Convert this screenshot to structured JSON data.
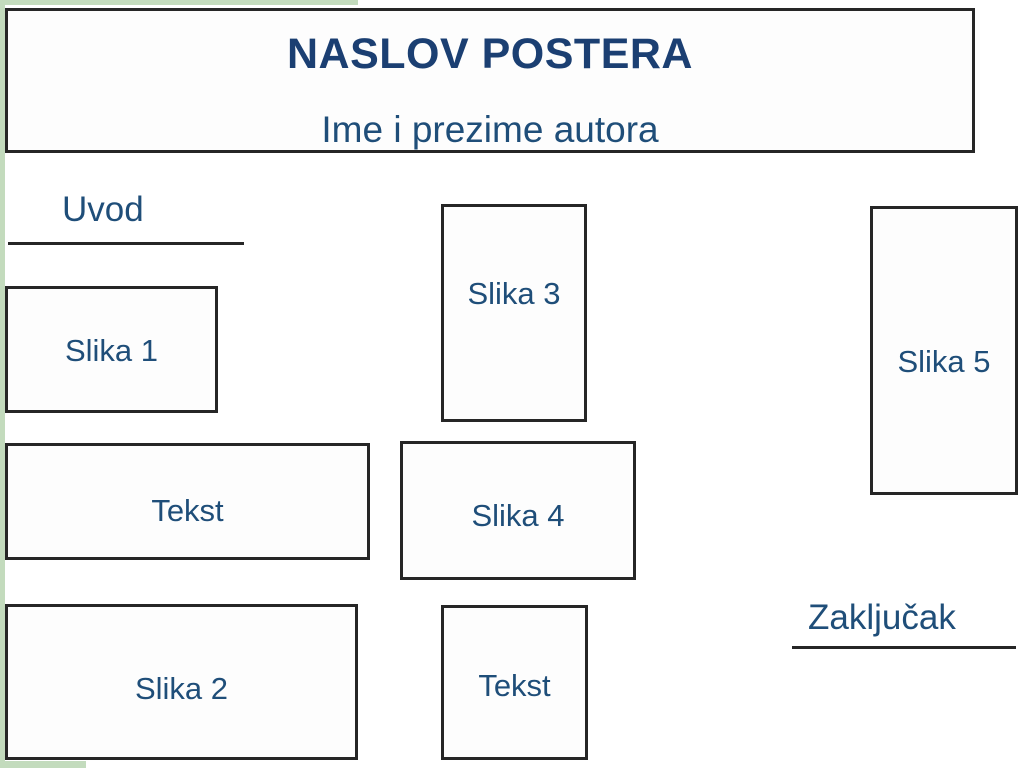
{
  "decor": {
    "accent_green": "#c3dbbd",
    "text_navy": "#1f4e79",
    "title_navy": "#1b3f72",
    "border_dark": "#262626"
  },
  "header": {
    "title": "NASLOV POSTERA",
    "author": "Ime i prezime autora"
  },
  "sections": [
    {
      "key": "uvod",
      "label": "Uvod"
    },
    {
      "key": "zakljucak",
      "label": "Zaključak"
    }
  ],
  "placeholders": [
    {
      "key": "slika1",
      "label": "Slika 1"
    },
    {
      "key": "slika2",
      "label": "Slika 2"
    },
    {
      "key": "slika3",
      "label": "Slika 3"
    },
    {
      "key": "slika4",
      "label": "Slika 4"
    },
    {
      "key": "slika5",
      "label": "Slika 5"
    },
    {
      "key": "tekst1",
      "label": "Tekst"
    },
    {
      "key": "tekst2",
      "label": "Tekst"
    }
  ]
}
